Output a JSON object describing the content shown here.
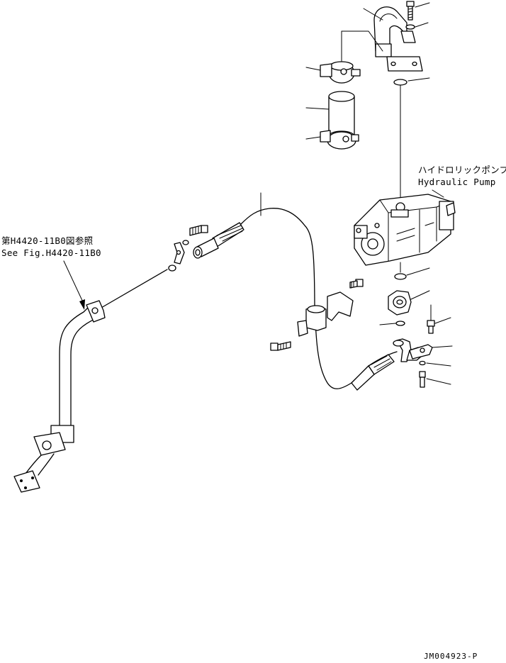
{
  "labels": {
    "pump_japanese": "ハイドロリックポンプ",
    "pump_english": "Hydraulic Pump",
    "reference_japanese": "第H4420-11B0図参照",
    "reference_english": "See Fig.H4420-11B0",
    "drawing_code": "JM004923-P"
  },
  "colors": {
    "line": "#000000",
    "background": "#ffffff"
  }
}
